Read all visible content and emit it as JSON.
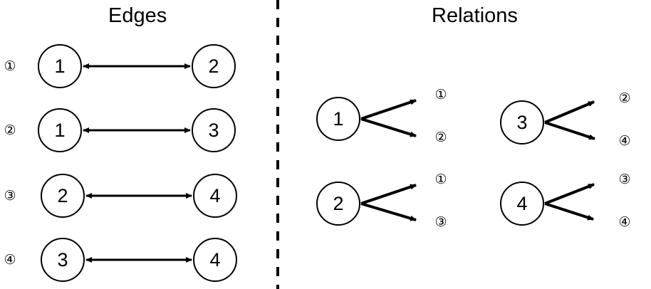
{
  "titles": {
    "left": "Edges",
    "right": "Relations"
  },
  "edges": [
    {
      "id": "①",
      "from": "1",
      "to": "2"
    },
    {
      "id": "②",
      "from": "1",
      "to": "3"
    },
    {
      "id": "③",
      "from": "2",
      "to": "4"
    },
    {
      "id": "④",
      "from": "3",
      "to": "4"
    }
  ],
  "relations": [
    {
      "node": "1",
      "targets": [
        "①",
        "②"
      ]
    },
    {
      "node": "3",
      "targets": [
        "②",
        "④"
      ]
    },
    {
      "node": "2",
      "targets": [
        "①",
        "③"
      ]
    },
    {
      "node": "4",
      "targets": [
        "③",
        "④"
      ]
    }
  ]
}
